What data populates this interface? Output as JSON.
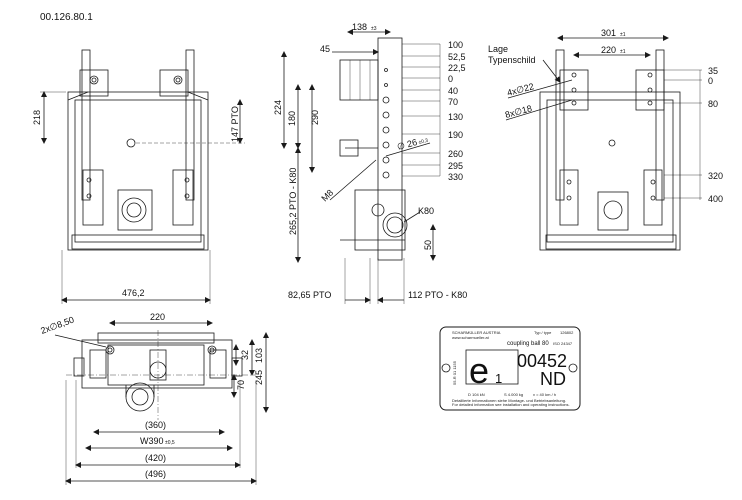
{
  "drawing": {
    "part_number": "00.126.80.1",
    "front_view": {
      "height_218": "218",
      "pto_147": "147 PTO",
      "width_476": "476,2"
    },
    "side_view": {
      "top_138": "138",
      "top_138_tol": "±3",
      "dim_45": "45",
      "dim_224": "224",
      "dim_180": "180",
      "dim_290": "290",
      "pto_265": "265,2 PTO - K80",
      "m8": "M8",
      "k80": "K80",
      "dim_50": "50",
      "bottom_82": "82,65 PTO",
      "bottom_112": "112 PTO - K80",
      "hole_26": "∅ 26",
      "hole_26_tol": "±0,3",
      "right_scale": [
        "100",
        "52,5",
        "22,5",
        "0",
        "40",
        "70",
        "130",
        "190",
        "260",
        "295",
        "330"
      ]
    },
    "rear_view": {
      "label_lage": "Lage",
      "label_typenschild": "Typenschild",
      "top_301": "301",
      "top_301_tol": "±1",
      "top_220": "220",
      "top_220_tol": "±1",
      "hole_22": "4x∅22",
      "hole_18": "8x∅18",
      "right_scale": [
        "35",
        "0",
        "80",
        "320",
        "400"
      ]
    },
    "top_view": {
      "holes": "2x∅8,50",
      "dim_220": "220",
      "dim_32": "32",
      "dim_103": "103",
      "dim_70": "70",
      "dim_245": "245",
      "dim_360": "(360)",
      "dim_w390": "W390",
      "dim_w390_tol": "±0,5",
      "dim_420": "(420)",
      "dim_496": "(496)"
    },
    "plate": {
      "company": "SCHARMÜLLER AUSTRIA",
      "website": "www.scharmueller.at",
      "type_label": "Typ / type",
      "type_value": "126802",
      "product": "coupling ball 80",
      "iso": "ISO 24347",
      "e_mark": "e",
      "e_sub": "1",
      "approval_no": "00452",
      "approval_suffix": "ND",
      "side_code": "55-R 01 1155",
      "d_value": "D 104 kN",
      "s_value": "S 4.000 kg",
      "v_value": "v = 40 km / h",
      "info_de": "Detaillierte Informationen siehe Montage- und Betriebsanleitung.",
      "info_en": "For detailed information see installation and operating instructions."
    }
  }
}
